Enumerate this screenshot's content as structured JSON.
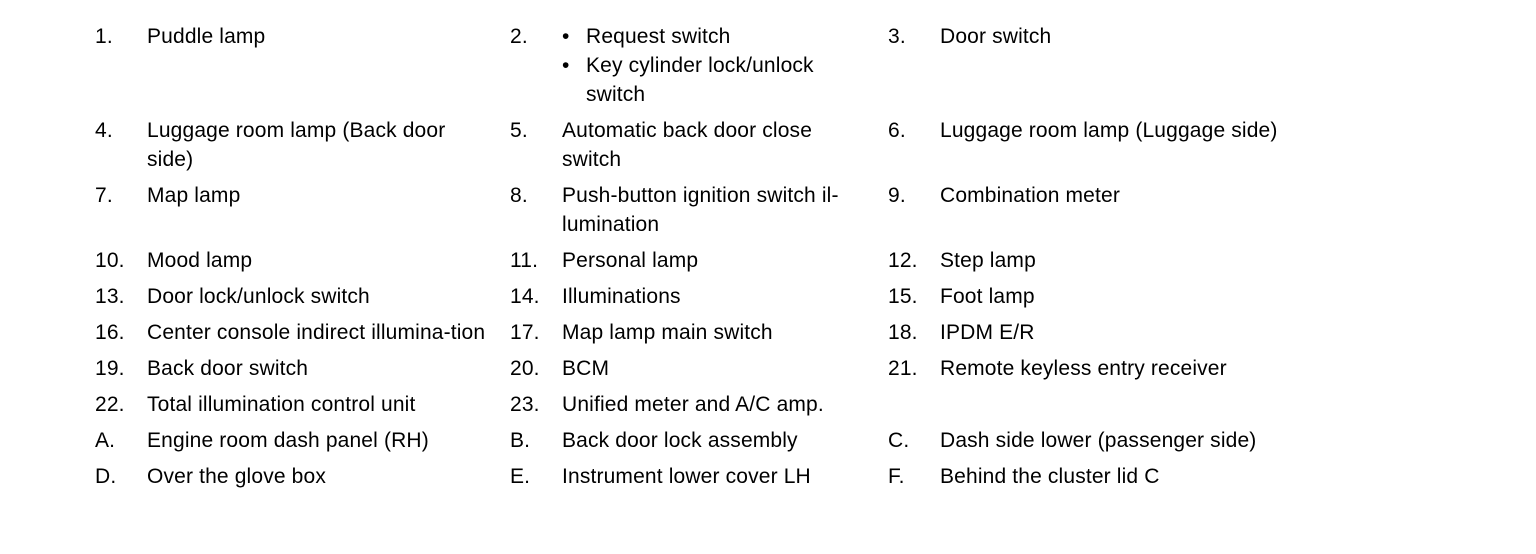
{
  "rows": [
    [
      {
        "num": "1.",
        "text": "Puddle lamp"
      },
      {
        "num": "2.",
        "bullets": [
          "Request switch",
          "Key cylinder lock/unlock switch"
        ]
      },
      {
        "num": "3.",
        "text": "Door switch"
      }
    ],
    [
      {
        "num": "4.",
        "text": "Luggage room lamp (Back door side)"
      },
      {
        "num": "5.",
        "text": "Automatic back door close switch"
      },
      {
        "num": "6.",
        "text": "Luggage room lamp (Luggage side)"
      }
    ],
    [
      {
        "num": "7.",
        "text": "Map lamp"
      },
      {
        "num": "8.",
        "text": "Push-button ignition switch il-lumination"
      },
      {
        "num": "9.",
        "text": "Combination meter"
      }
    ],
    [
      {
        "num": "10.",
        "text": "Mood lamp"
      },
      {
        "num": "11.",
        "text": "Personal lamp"
      },
      {
        "num": "12.",
        "text": "Step lamp"
      }
    ],
    [
      {
        "num": "13.",
        "text": "Door lock/unlock switch"
      },
      {
        "num": "14.",
        "text": "Illuminations"
      },
      {
        "num": "15.",
        "text": "Foot lamp"
      }
    ],
    [
      {
        "num": "16.",
        "text": "Center console indirect illumina-tion"
      },
      {
        "num": "17.",
        "text": "Map lamp main switch"
      },
      {
        "num": "18.",
        "text": "IPDM E/R"
      }
    ],
    [
      {
        "num": "19.",
        "text": "Back door switch"
      },
      {
        "num": "20.",
        "text": "BCM"
      },
      {
        "num": "21.",
        "text": "Remote keyless entry receiver"
      }
    ],
    [
      {
        "num": "22.",
        "text": "Total illumination control unit"
      },
      {
        "num": "23.",
        "text": "Unified meter and A/C amp."
      },
      {
        "num": "",
        "text": ""
      }
    ],
    [
      {
        "num": "A.",
        "text": "Engine room dash panel (RH)"
      },
      {
        "num": "B.",
        "text": "Back door lock assembly"
      },
      {
        "num": "C.",
        "text": "Dash side lower (passenger side)"
      }
    ],
    [
      {
        "num": "D.",
        "text": "Over the glove box"
      },
      {
        "num": "E.",
        "text": "Instrument lower cover LH"
      },
      {
        "num": "F.",
        "text": "Behind the cluster lid C"
      }
    ]
  ]
}
